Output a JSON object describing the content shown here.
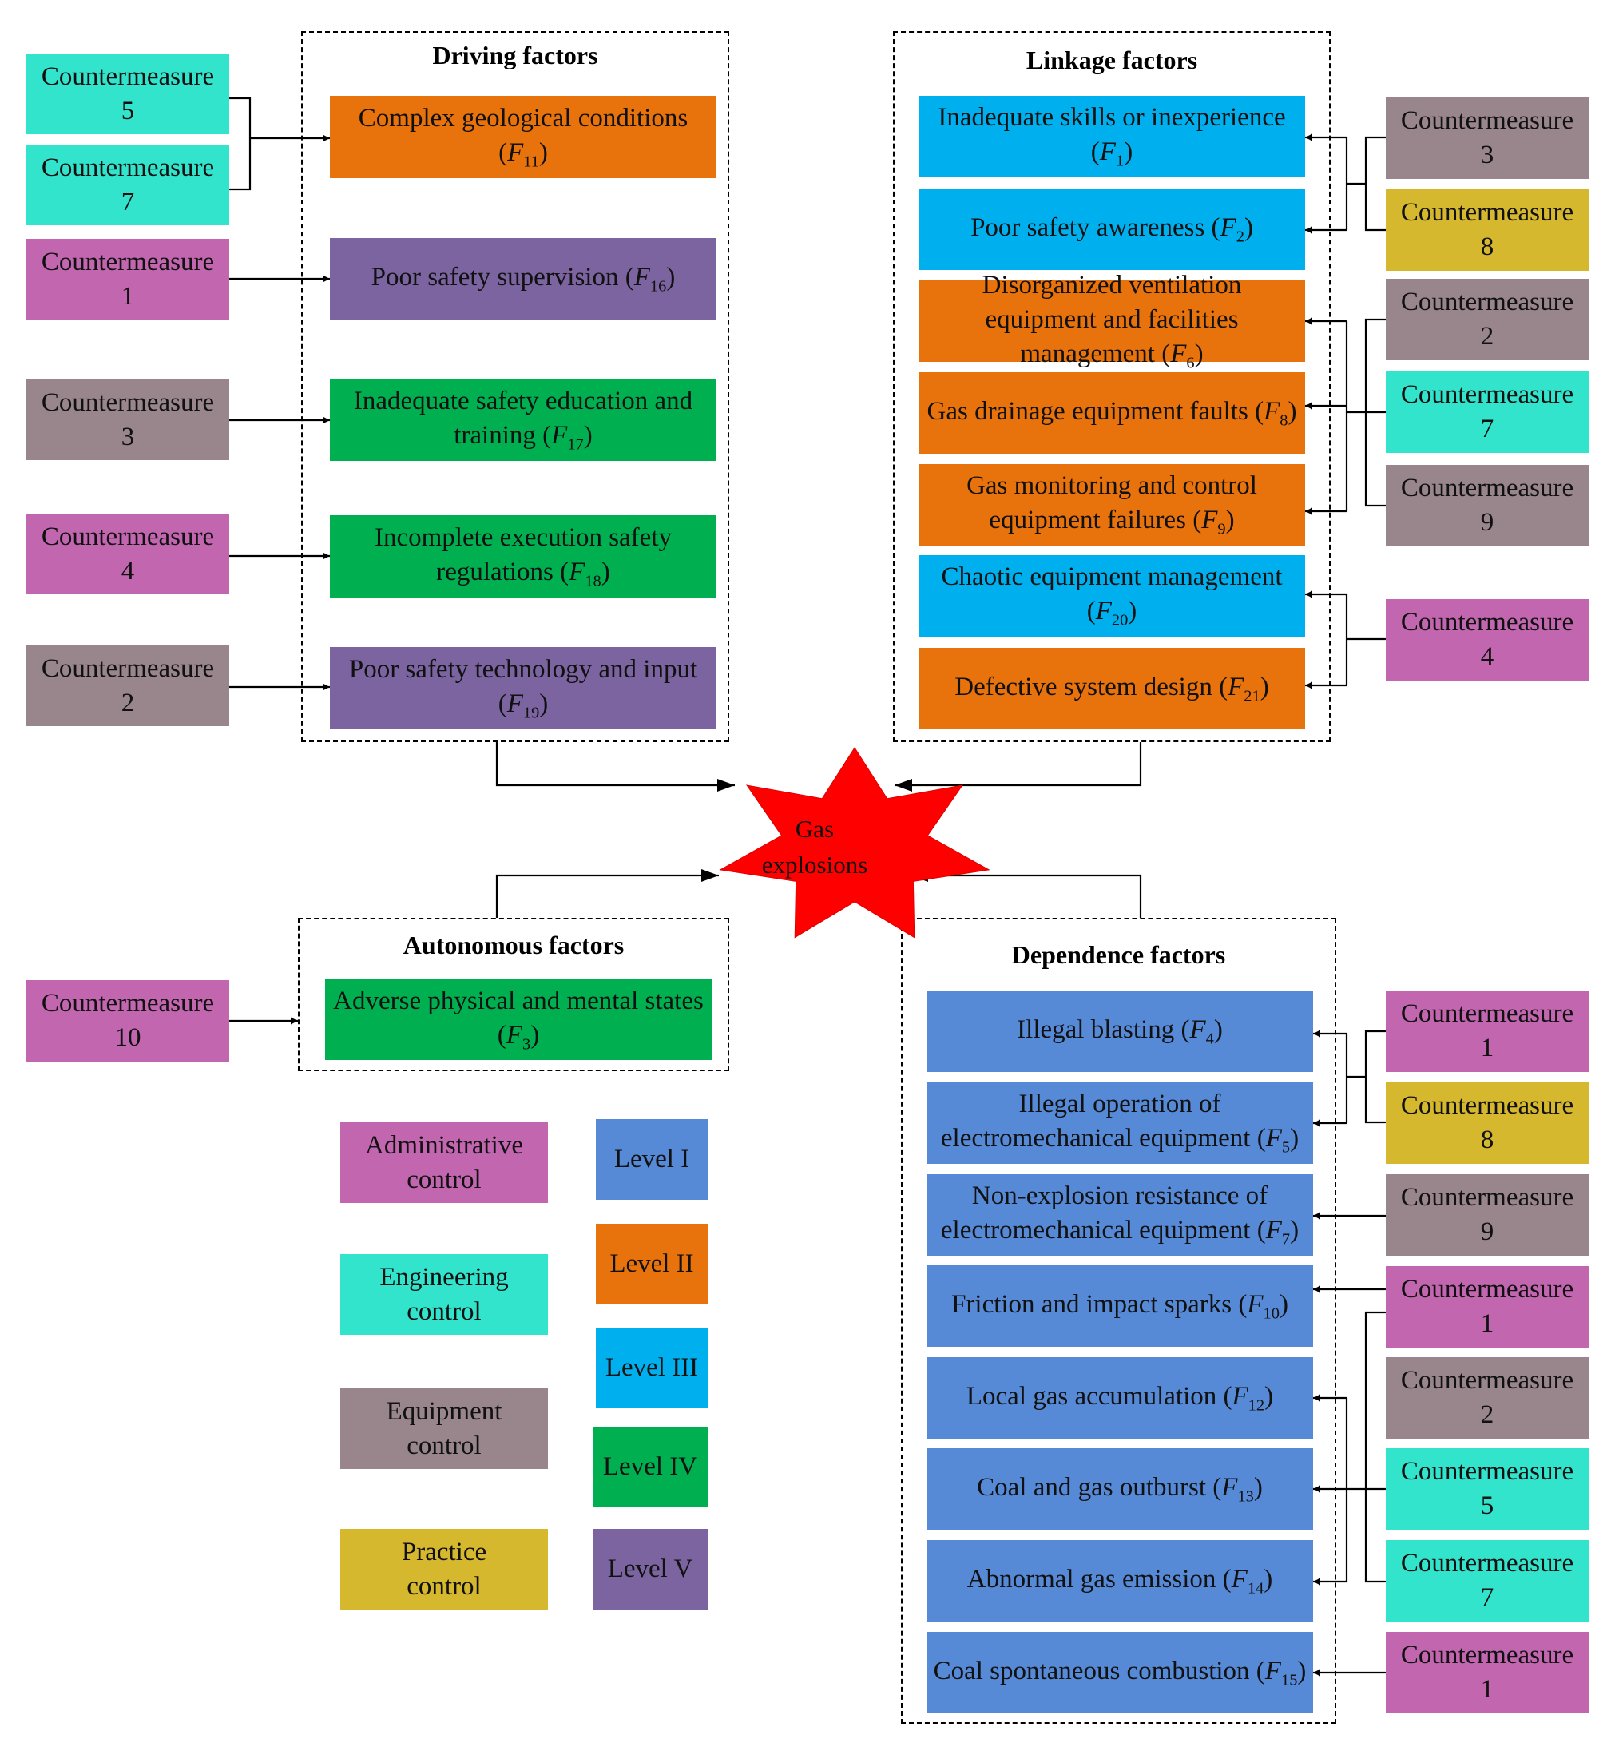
{
  "center": {
    "label_line1": "Gas",
    "label_line2": "explosions"
  },
  "colors": {
    "administrative": "#C266B0",
    "engineering": "#33E4CC",
    "equipment": "#99858C",
    "practice": "#D6B82E",
    "level1": "#5689D6",
    "level2": "#E8720C",
    "level3": "#00B0EE",
    "level4": "#00B050",
    "level5": "#7B64A0",
    "star": "#FF0000"
  },
  "groups": {
    "driving": {
      "title": "Driving factors",
      "factors": [
        {
          "text": "Complex geological conditions",
          "sub": "11",
          "level": "II"
        },
        {
          "text": "Poor safety supervision",
          "sub": "16",
          "level": "V"
        },
        {
          "text": "Inadequate safety education and training",
          "sub": "17",
          "level": "IV"
        },
        {
          "text": "Incomplete execution safety regulations",
          "sub": "18",
          "level": "IV"
        },
        {
          "text": "Poor safety technology and input",
          "sub": "19",
          "level": "V"
        }
      ],
      "countermeasures": [
        {
          "label": "Countermeasure 5",
          "type": "engineering"
        },
        {
          "label": "Countermeasure 7",
          "type": "engineering"
        },
        {
          "label": "Countermeasure 1",
          "type": "administrative"
        },
        {
          "label": "Countermeasure 3",
          "type": "equipment"
        },
        {
          "label": "Countermeasure 4",
          "type": "administrative"
        },
        {
          "label": "Countermeasure 2",
          "type": "equipment"
        }
      ]
    },
    "linkage": {
      "title": "Linkage factors",
      "factors": [
        {
          "text": "Inadequate skills or inexperience",
          "sub": "1",
          "level": "III"
        },
        {
          "text": "Poor safety awareness",
          "sub": "2",
          "level": "III"
        },
        {
          "text": "Disorganized ventilation equipment and facilities management",
          "sub": "6",
          "level": "II"
        },
        {
          "text": "Gas drainage equipment faults",
          "sub": "8",
          "level": "II"
        },
        {
          "text": "Gas monitoring and control equipment failures",
          "sub": "9",
          "level": "II"
        },
        {
          "text": "Chaotic equipment management",
          "sub": "20",
          "level": "III"
        },
        {
          "text": "Defective system design",
          "sub": "21",
          "level": "II"
        }
      ],
      "countermeasures": [
        {
          "label": "Countermeasure 3",
          "type": "equipment"
        },
        {
          "label": "Countermeasure 8",
          "type": "practice"
        },
        {
          "label": "Countermeasure 2",
          "type": "equipment"
        },
        {
          "label": "Countermeasure 7",
          "type": "engineering"
        },
        {
          "label": "Countermeasure 9",
          "type": "equipment"
        },
        {
          "label": "Countermeasure 4",
          "type": "administrative"
        }
      ]
    },
    "autonomous": {
      "title": "Autonomous factors",
      "factors": [
        {
          "text": "Adverse physical and mental states",
          "sub": "3",
          "level": "IV"
        }
      ],
      "countermeasures": [
        {
          "label": "Countermeasure 10",
          "type": "administrative"
        }
      ]
    },
    "dependence": {
      "title": "Dependence factors",
      "factors": [
        {
          "text": "Illegal blasting",
          "sub": "4",
          "level": "I"
        },
        {
          "text": "Illegal operation of electromechanical equipment",
          "sub": "5",
          "level": "I"
        },
        {
          "text": "Non-explosion resistance of electromechanical equipment",
          "sub": "7",
          "level": "I"
        },
        {
          "text": "Friction and impact sparks",
          "sub": "10",
          "level": "I"
        },
        {
          "text": "Local gas accumulation",
          "sub": "12",
          "level": "I"
        },
        {
          "text": "Coal and gas outburst",
          "sub": "13",
          "level": "I"
        },
        {
          "text": "Abnormal gas emission",
          "sub": "14",
          "level": "I"
        },
        {
          "text": "Coal spontaneous combustion",
          "sub": "15",
          "level": "I"
        }
      ],
      "countermeasures": [
        {
          "label": "Countermeasure 1",
          "type": "administrative"
        },
        {
          "label": "Countermeasure 8",
          "type": "practice"
        },
        {
          "label": "Countermeasure 9",
          "type": "equipment"
        },
        {
          "label": "Countermeasure 1",
          "type": "administrative"
        },
        {
          "label": "Countermeasure 2",
          "type": "equipment"
        },
        {
          "label": "Countermeasure 5",
          "type": "engineering"
        },
        {
          "label": "Countermeasure 7",
          "type": "engineering"
        },
        {
          "label": "Countermeasure 1",
          "type": "administrative"
        }
      ]
    }
  },
  "legend": {
    "controls": [
      {
        "label": "Administrative control",
        "type": "administrative"
      },
      {
        "label": "Engineering control",
        "type": "engineering"
      },
      {
        "label": "Equipment control",
        "type": "equipment"
      },
      {
        "label": "Practice control",
        "type": "practice"
      }
    ],
    "levels": [
      {
        "label": "Level I",
        "level": "I"
      },
      {
        "label": "Level II",
        "level": "II"
      },
      {
        "label": "Level III",
        "level": "III"
      },
      {
        "label": "Level IV",
        "level": "IV"
      },
      {
        "label": "Level V",
        "level": "V"
      }
    ]
  }
}
